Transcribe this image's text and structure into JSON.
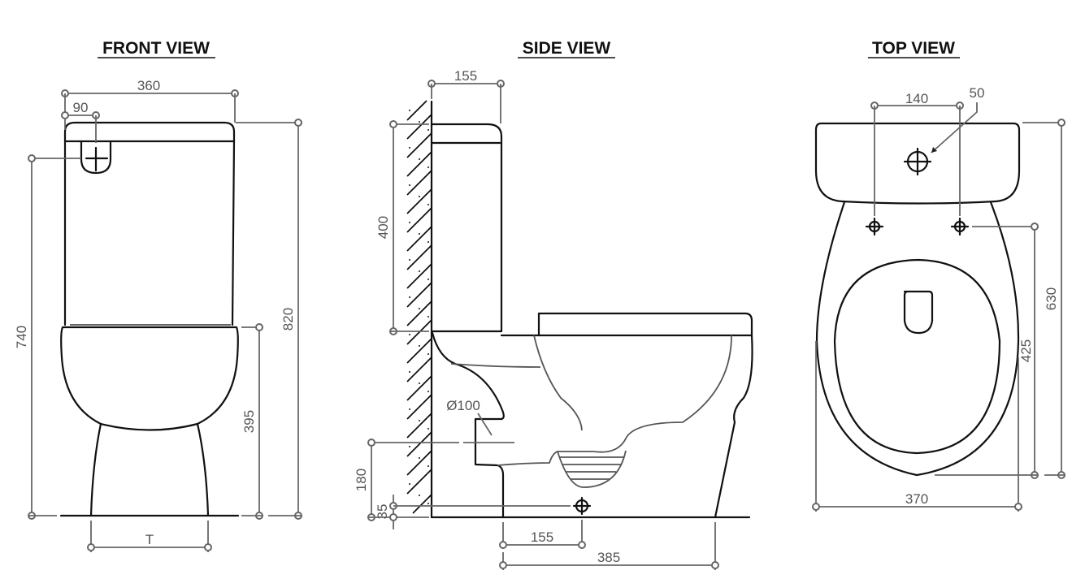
{
  "views": {
    "front": {
      "title": "FRONT VIEW",
      "dimensions": {
        "tank_width": "360",
        "flush_button_offset": "90",
        "flush_button_height": "740",
        "overall_height": "820",
        "seat_height": "395",
        "base_width": "T"
      }
    },
    "side": {
      "title": "SIDE VIEW",
      "dimensions": {
        "tank_depth": "155",
        "tank_height": "400",
        "outlet_diameter": "Ø100",
        "outlet_height": "180",
        "inlet_height": "35",
        "fixing_offset": "155",
        "base_depth": "385"
      }
    },
    "top": {
      "title": "TOP VIEW",
      "dimensions": {
        "fixing_spacing": "140",
        "flush_hole": "50",
        "overall_depth": "630",
        "bowl_depth": "425",
        "bowl_width": "370"
      }
    }
  },
  "colors": {
    "outline": "#111111",
    "dimension_line": "#666666",
    "background": "#ffffff"
  }
}
